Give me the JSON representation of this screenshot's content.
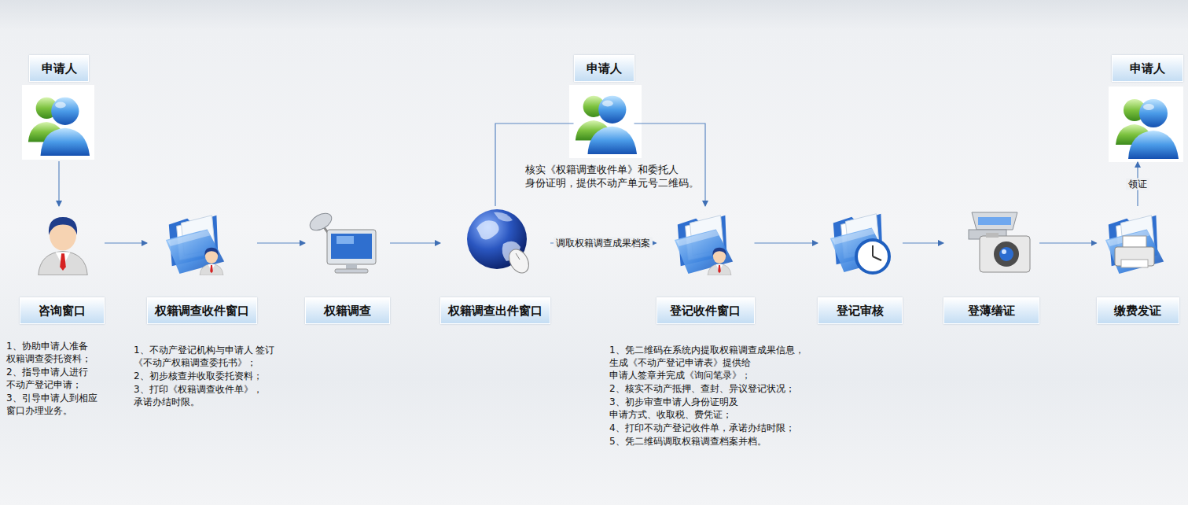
{
  "diagram": {
    "nodes": [
      {
        "text": [
          "申请人"
        ]
      },
      {
        "text": [
          "申请人"
        ]
      },
      {
        "text": [
          "申请人"
        ]
      },
      {
        "text": [
          "咨询窗口",
          "1、协助申请人准备 权籍调查委托资料；",
          "2、指导申请人进行 不动产登记申请；",
          "3、引导申请人到相应 窗口办理业务。"
        ]
      },
      {
        "text": [
          "权籍调查收件窗口",
          "1、不动产登记机构与申请人 签订《不动产权籍调查委托书》；",
          "2、初步核查并收取委托资料；",
          "3、打印《权籍调查收件单》， 承诺办结时限。"
        ]
      },
      {
        "text": [
          "权籍调查"
        ]
      },
      {
        "text": [
          "权籍调查出件窗口"
        ]
      },
      {
        "text": [
          "登记收件窗口",
          "1、凭二维码在系统内提取权籍调查成果信息， 生成《不动产登记申请表》提供给 申请人签章并完成《询问笔录》；",
          "2、核实不动产抵押、查封、异议登记状况；",
          "3、初步审查申请人身份证明及 申请方式、收取税、费凭证；",
          "4、打印不动产登记收件单，承诺办结时限；",
          "5、凭二维码调取权籍调查档案并档。"
        ]
      },
      {
        "text": [
          "登记审核"
        ]
      },
      {
        "text": [
          "登薄缮证"
        ]
      },
      {
        "text": [
          "缴费发证"
        ]
      }
    ],
    "edges": [
      {
        "from": 0,
        "to": 3,
        "arrow": "to"
      },
      {
        "from": 3,
        "to": 4,
        "arrow": "to"
      },
      {
        "from": 4,
        "to": 5,
        "arrow": "to"
      },
      {
        "from": 5,
        "to": 6,
        "arrow": "to"
      },
      {
        "from": 6,
        "to": 7,
        "label": "调取权籍调查成果档案",
        "arrow": "to"
      },
      {
        "from": 7,
        "to": 8,
        "arrow": "to"
      },
      {
        "from": 8,
        "to": 9,
        "arrow": "to"
      },
      {
        "from": 9,
        "to": 10,
        "arrow": "to"
      },
      {
        "from": 6,
        "to": 1,
        "arrow": "none"
      },
      {
        "from": 1,
        "to": 7,
        "arrow": "to"
      },
      {
        "from": 10,
        "to": 2,
        "label": "领证",
        "arrow": "to"
      }
    ],
    "labels": [
      "核实《权籍调查收件单》和委托人 身份证明，提供不动产单元号二维码。"
    ]
  }
}
